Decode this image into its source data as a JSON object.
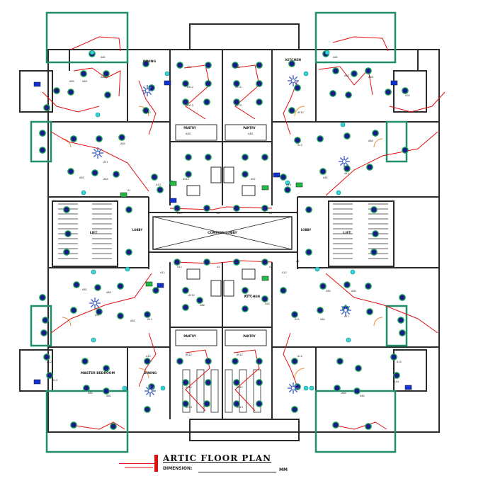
{
  "drawing": {
    "title": "ARTIC FLOOR PLAN",
    "dimension_label": "DIMENSION:",
    "dimension_unit": "MM"
  },
  "rooms": {
    "dining": "DINING",
    "kitchen": "KITCHEN",
    "pantry": "PANTRY",
    "master_bedroom": "MASTER BEDROOM",
    "lift": "LIFT",
    "lobby": "LOBBY",
    "common_lobby": "COMMON LOBBY"
  },
  "tags": {
    "a1": "A1",
    "a11": "A11",
    "a12": "A12",
    "a13": "A13",
    "a14": "A14",
    "a61": "A61",
    "a81": "A81",
    "a82": "A82",
    "a83": "A83",
    "a31": "A31",
    "ay1": "AY1",
    "ay2": "AY2",
    "ay12": "AY12",
    "ay13": "AY13"
  },
  "colors": {
    "wall": "#2b2b2b",
    "accent_wall": "#1f8f6a",
    "wiring": "#e01010",
    "fixture_outer": "#5a2a9a",
    "fixture_inner": "#1a1a8a",
    "fixture_ring": "#22aa55",
    "sensor": "#33d6d6",
    "switch_blue": "#1030d0",
    "switch_green": "#22bb44"
  }
}
